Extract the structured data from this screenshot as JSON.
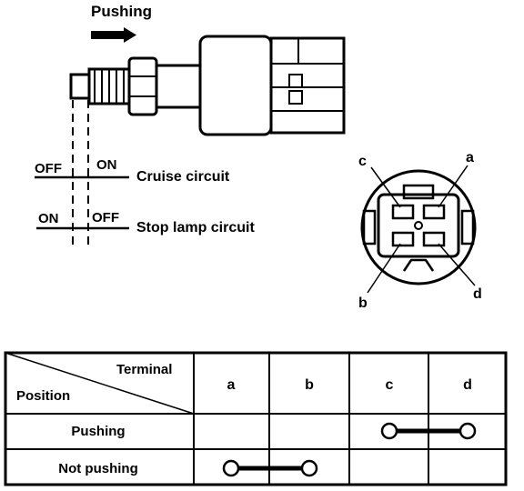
{
  "diagram": {
    "direction_label": "Pushing",
    "cruise": {
      "off": "OFF",
      "on": "ON",
      "label": "Cruise circuit"
    },
    "stop_lamp": {
      "on": "ON",
      "off": "OFF",
      "label": "Stop lamp circuit"
    },
    "connector_terminals": {
      "a": "a",
      "b": "b",
      "c": "c",
      "d": "d"
    }
  },
  "table": {
    "header_terminal": "Terminal",
    "header_position": "Position",
    "columns": [
      "a",
      "b",
      "c",
      "d"
    ],
    "rows": [
      {
        "position": "Pushing",
        "connection": [
          "c",
          "d"
        ]
      },
      {
        "position": "Not pushing",
        "connection": [
          "a",
          "b"
        ]
      }
    ]
  }
}
